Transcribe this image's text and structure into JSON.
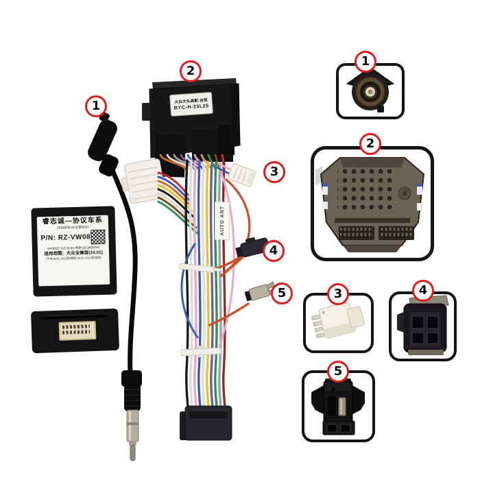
{
  "image_type": "car stereo wiring-harness kit product photo with numbered part callouts",
  "background": "#ffffff",
  "callouts": {
    "c1": "1",
    "c2": "2",
    "c3": "3",
    "c4": "4",
    "c5": "5"
  },
  "decoder_box": {
    "title": "睿志诚—协议车系",
    "subtitle": "(支持原车360全景协议)",
    "part_number": "P/N: RZ-VW08",
    "serial_line": "SN:40237 2V2.22-4G 电源-Q2-QAD(VW)",
    "scope": "适用范围：大众全兼容(24.01)",
    "note": "(不含2009~2010款朗逸  2011~2017款途观)"
  },
  "module": {
    "label_line1": "大众大头高配-合版",
    "label_line2": "BYC-H-23L25"
  },
  "harness": {
    "antenna_tag": "AUTO ANT"
  },
  "colors": {
    "callout_ring": "#dd1c1c",
    "detail_box_border": "#141414",
    "wire_orange": "#c8502a",
    "wire_blue": "#3b5bb4",
    "wire_pink": "#eaa8c4",
    "wire_yellow": "#e3c32e",
    "wire_green": "#2f8f57",
    "wire_purple": "#74589e"
  }
}
